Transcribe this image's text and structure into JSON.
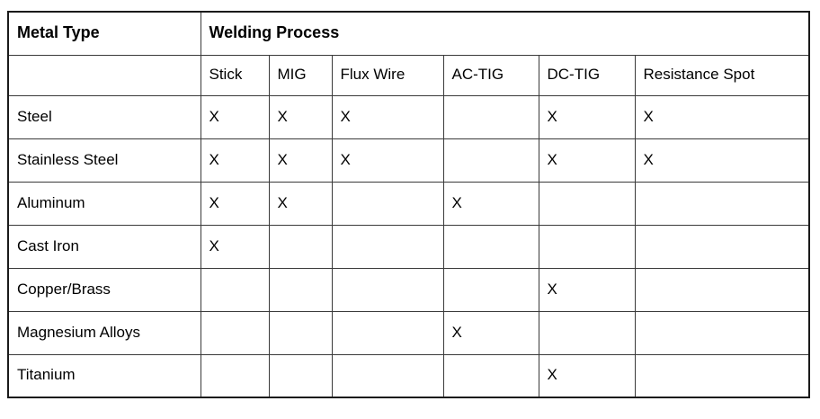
{
  "table": {
    "title_column_header": "Metal Type",
    "group_header": "Welding Process",
    "blank": "",
    "mark": "X",
    "process_columns": [
      "Stick",
      "MIG",
      "Flux Wire",
      "AC-TIG",
      "DC-TIG",
      "Resistance Spot"
    ],
    "rows": [
      {
        "metal": "Steel",
        "marks": [
          "X",
          "X",
          "X",
          "",
          "X",
          "X"
        ]
      },
      {
        "metal": "Stainless Steel",
        "marks": [
          "X",
          "X",
          "X",
          "",
          "X",
          "X"
        ]
      },
      {
        "metal": "Aluminum",
        "marks": [
          "X",
          "X",
          "",
          "X",
          "",
          ""
        ]
      },
      {
        "metal": "Cast Iron",
        "marks": [
          "X",
          "",
          "",
          "",
          "",
          ""
        ]
      },
      {
        "metal": "Copper/Brass",
        "marks": [
          "",
          "",
          "",
          "",
          "X",
          ""
        ]
      },
      {
        "metal": "Magnesium Alloys",
        "marks": [
          "",
          "",
          "",
          "X",
          "",
          ""
        ]
      },
      {
        "metal": "Titanium",
        "marks": [
          "",
          "",
          "",
          "",
          "X",
          ""
        ]
      }
    ]
  },
  "colors": {
    "border": "#1a1a1a",
    "inner_border": "#3a3a3a",
    "text": "#000000",
    "background": "#ffffff"
  }
}
